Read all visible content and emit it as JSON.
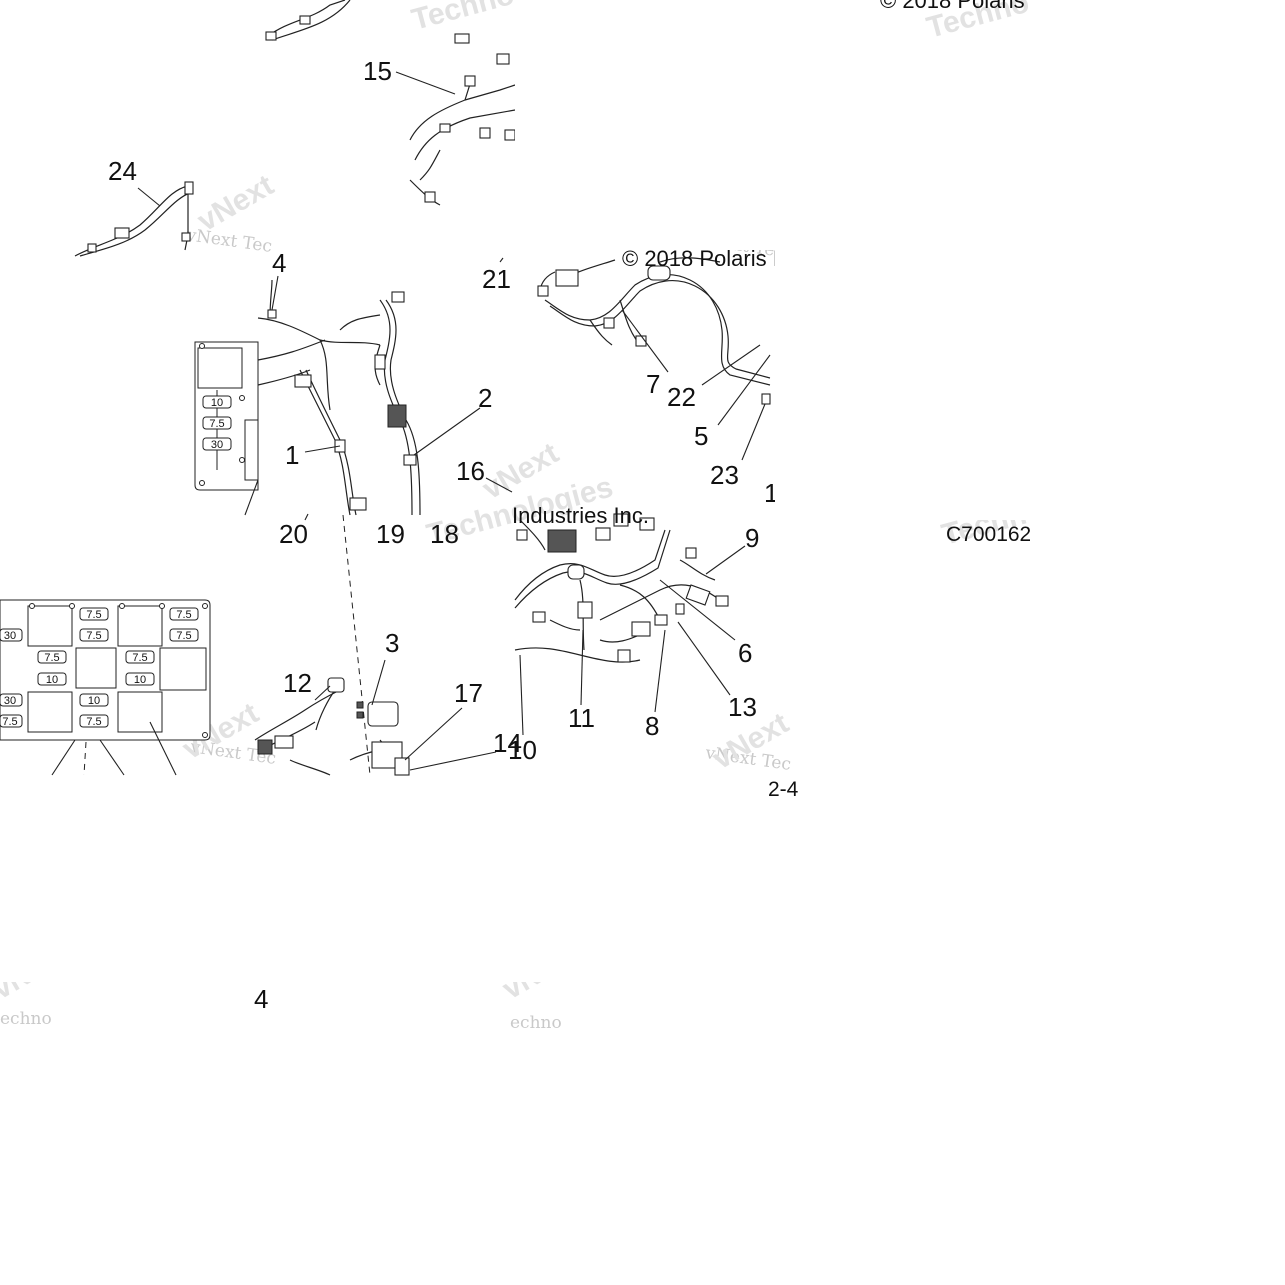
{
  "callouts": [
    "24",
    "15",
    "4",
    "21",
    "2",
    "1",
    "7",
    "22",
    "5",
    "23",
    "1",
    "16",
    "20",
    "19",
    "18",
    "9",
    "6",
    "3",
    "12",
    "17",
    "13",
    "14",
    "10",
    "11",
    "8",
    "4"
  ],
  "copyrights": [
    "© 2018 Polaris",
    "© 2018 Polaris Industries Inc.",
    "Industries Inc."
  ],
  "watermark": {
    "brand": "vNext Tec",
    "brand_words": [
      "vNext",
      "Technologies",
      "Technologies",
      "echnologies",
      "Techno",
      "echno"
    ]
  },
  "figure_id": "C700162",
  "page_number": "2-4",
  "fuse_values": {
    "upper_block": [
      "10",
      "7.5",
      "30"
    ],
    "lower_block": [
      "7.5",
      "7.5",
      "30",
      "7.5",
      "7.5",
      "7.5",
      "10",
      "10",
      "30",
      "10",
      "7.5",
      "7.5"
    ]
  },
  "colors": {
    "line": "#222222",
    "watermark": "#c9c9c9",
    "background": "#ffffff"
  }
}
